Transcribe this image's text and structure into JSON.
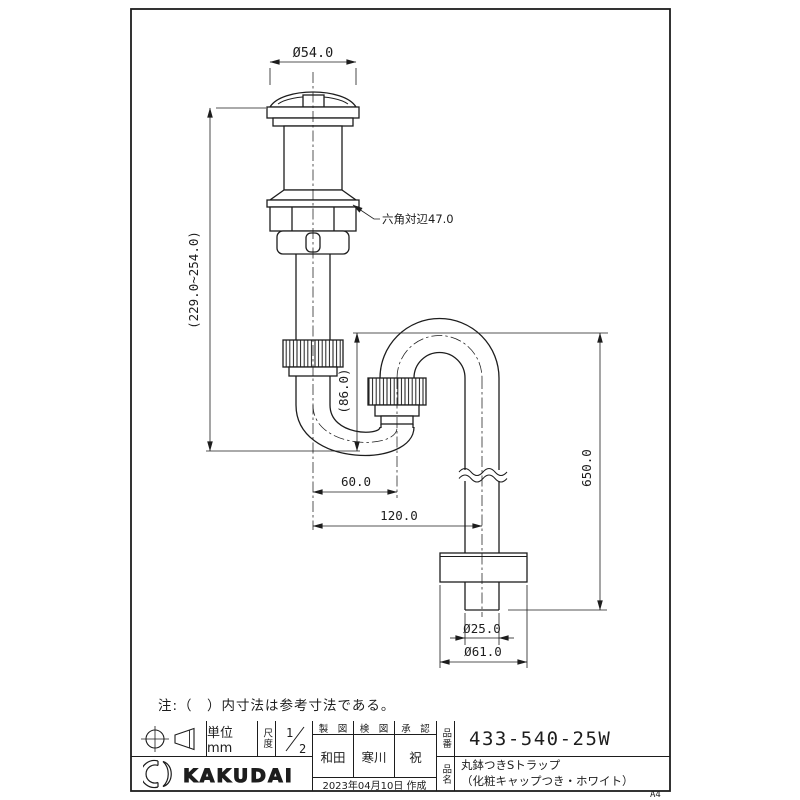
{
  "page": {
    "paper_size": "A4"
  },
  "note": "注:（　）内寸法は参考寸法である。",
  "dimensions": {
    "cap_diameter": "Ø54.0",
    "installed_height": "(229.0~254.0)",
    "hex_across_flats": "六角対辺47.0",
    "seal_depth": "(86.0)",
    "trap_offset": "60.0",
    "outlet_offset": "120.0",
    "riser_length": "650.0",
    "pipe_diameter": "Ø25.0",
    "escutcheon_diameter": "Ø61.0"
  },
  "title_block": {
    "unit": "単位mm",
    "scale_label": "尺度",
    "scale_numerator": "1",
    "scale_denominator": "2",
    "drafted_header": "製　図",
    "checked_header": "検　図",
    "approved_header": "承　認",
    "drafted_by": "和田",
    "checked_by": "寒川",
    "approved_by": "祝",
    "created_date": "2023年04月10日 作成",
    "part_no_label": "品番",
    "part_no": "433-540-25W",
    "part_name_label": "品名",
    "part_name_line1": "丸鉢つきSトラップ",
    "part_name_line2": "（化粧キャップつき・ホワイト）",
    "brand": "KAKUDAI"
  }
}
